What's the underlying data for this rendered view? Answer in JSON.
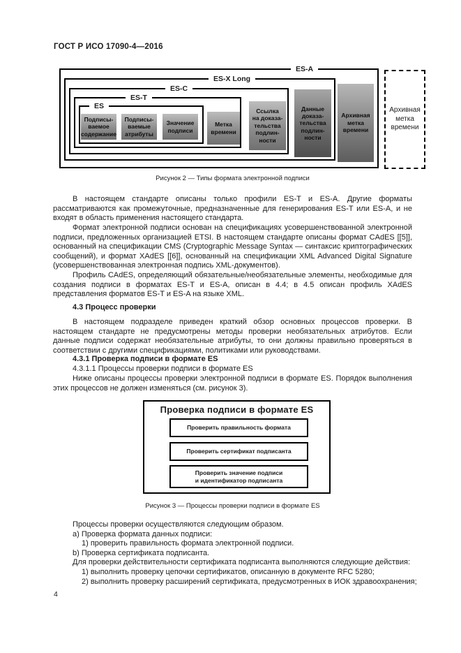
{
  "page": {
    "header": "ГОСТ Р ИСО 17090-4—2016",
    "page_number": "4"
  },
  "colors": {
    "page_bg": "#ffffff",
    "frame_border": "#000000",
    "gray_box_top": "#bdbdbd",
    "gray_box_bottom": "#707070",
    "text": "#1c1c1c"
  },
  "figure2": {
    "caption": "Рисунок 2 — Типы формата электронной подписи",
    "frames": {
      "es_a": "ES-A",
      "es_x_long": "ES-X Long",
      "es_c": "ES-C",
      "es_t": "ES-T",
      "es": "ES"
    },
    "blocks": {
      "signed_content": "Подписы-\nваемое\nсодержание",
      "signed_attributes": "Подписы-\nваемые\nатрибуты",
      "signature_value": "Значение\nподписи",
      "timestamp": "Метка\nвремени",
      "evidence_reference": "Ссылка\nна доказа-\nтельства\nподлин-\nности",
      "evidence_data": "Данные\nдоказа-\nтельства\nподлин-\nности",
      "archive_timestamp": "Архивная\nметка\nвремени",
      "archive_timestamp_outer": "Архивная\nметка\nвремени"
    }
  },
  "body_text": {
    "p1": "В настоящем стандарте описаны только профили ES-T и ES-A. Другие форматы рассматриваются как промежуточные, предназначенные для генерирования ES-T или ES-A, и не входят в область применения настоящего стандарта.",
    "p2": "Формат электронной подписи основан на спецификациях усовершенствованной электронной подписи, предложенных организацией ETSI. В настоящем стандарте описаны формат CAdES [[5]], основанный на спецификации CMS (Cryptographic Message Syntax — синтаксис криптографических сообщений), и формат XAdES [[6]], основанный на спецификации XML Advanced Digital Signature (усовершенствованная электронная подпись XML-документов).",
    "p3": "Профиль CAdES, определяющий обязательные/необязательные элементы, необходимые для создания подписи в форматах ES-T и ES-A, описан в 4.4; в 4.5 описан профиль XAdES представления форматов ES-T и ES-A на языке XML.",
    "h43": "4.3 Процесс проверки",
    "p4": "В настоящем подразделе приведен краткий обзор основных процессов проверки. В настоящем стандарте не предусмотрены методы проверки необязательных атрибутов. Если данные подписи содержат необязательные атрибуты, то они должны правильно проверяться в соответствии с другими спецификациями, политиками или руководствами.",
    "h431": "4.3.1 Проверка подписи в формате ES",
    "h4311": "4.3.1.1 Процессы проверки подписи в формате ES",
    "p5": "Ниже описаны процессы проверки электронной подписи в формате ES. Порядок выполнения этих процессов не должен изменяться (см. рисунок 3).",
    "p6": "Процессы проверки осуществляются следующим образом.",
    "list": [
      {
        "text": "a) Проверка формата данных подписи:"
      },
      {
        "text": "1) проверить правильность формата электронной подписи."
      },
      {
        "text": "b) Проверка сертификата подписанта."
      },
      {
        "text": "Для проверки действительности сертификата подписанта выполняются следующие действия:"
      },
      {
        "text": "1) выполнить проверку цепочки сертификатов, описанную в документе RFC 5280;"
      },
      {
        "text": "2) выполнить проверку расширений сертификата, предусмотренных в ИОК здравоохранения;"
      }
    ]
  },
  "figure3": {
    "title": "Проверка подписи в формате ES",
    "steps": [
      "Проверить правильность формата",
      "Проверить сертификат подписанта",
      "Проверить значение подписи\nи идентификатор подписанта"
    ],
    "caption": "Рисунок 3 — Процессы проверки подписи в формате ES"
  }
}
